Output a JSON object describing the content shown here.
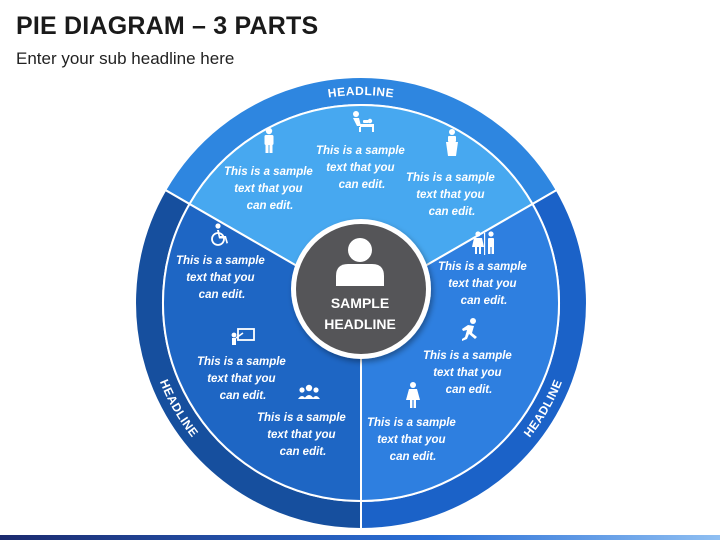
{
  "page": {
    "title": "PIE DIAGRAM – 3 PARTS",
    "subtitle": "Enter your sub headline here"
  },
  "center": {
    "line1": "SAMPLE",
    "line2": "HEADLINE",
    "icon": "person-icon"
  },
  "segments": [
    {
      "headline": "HEADLINE",
      "color": "#47a8f0",
      "ring_color": "#2e86e0",
      "items": [
        {
          "icon": "person-icon",
          "text": [
            "This is a sample",
            "text that you",
            "can edit."
          ]
        },
        {
          "icon": "baby-changing-icon",
          "text": [
            "This is a sample",
            "text that you",
            "can edit."
          ]
        },
        {
          "icon": "speaker-podium-icon",
          "text": [
            "This is a sample",
            "text that you",
            "can edit."
          ]
        }
      ]
    },
    {
      "headline": "HEADLINE",
      "color": "#2e7fe0",
      "ring_color": "#1b62c8",
      "items": [
        {
          "icon": "restroom-icon",
          "text": [
            "This is a sample",
            "text that you",
            "can edit."
          ]
        },
        {
          "icon": "running-person-icon",
          "text": [
            "This is a sample",
            "text that you",
            "can edit."
          ]
        },
        {
          "icon": "woman-icon",
          "text": [
            "This is a sample",
            "text that you",
            "can edit."
          ]
        }
      ]
    },
    {
      "headline": "HEADLINE",
      "color": "#1e66c4",
      "ring_color": "#164f9e",
      "items": [
        {
          "icon": "group-icon",
          "text": [
            "This is a sample",
            "text that you",
            "can edit."
          ]
        },
        {
          "icon": "presentation-icon",
          "text": [
            "This is a sample",
            "text that you",
            "can edit."
          ]
        },
        {
          "icon": "wheelchair-icon",
          "text": [
            "This is a sample",
            "text that you",
            "can edit."
          ]
        }
      ]
    }
  ]
}
